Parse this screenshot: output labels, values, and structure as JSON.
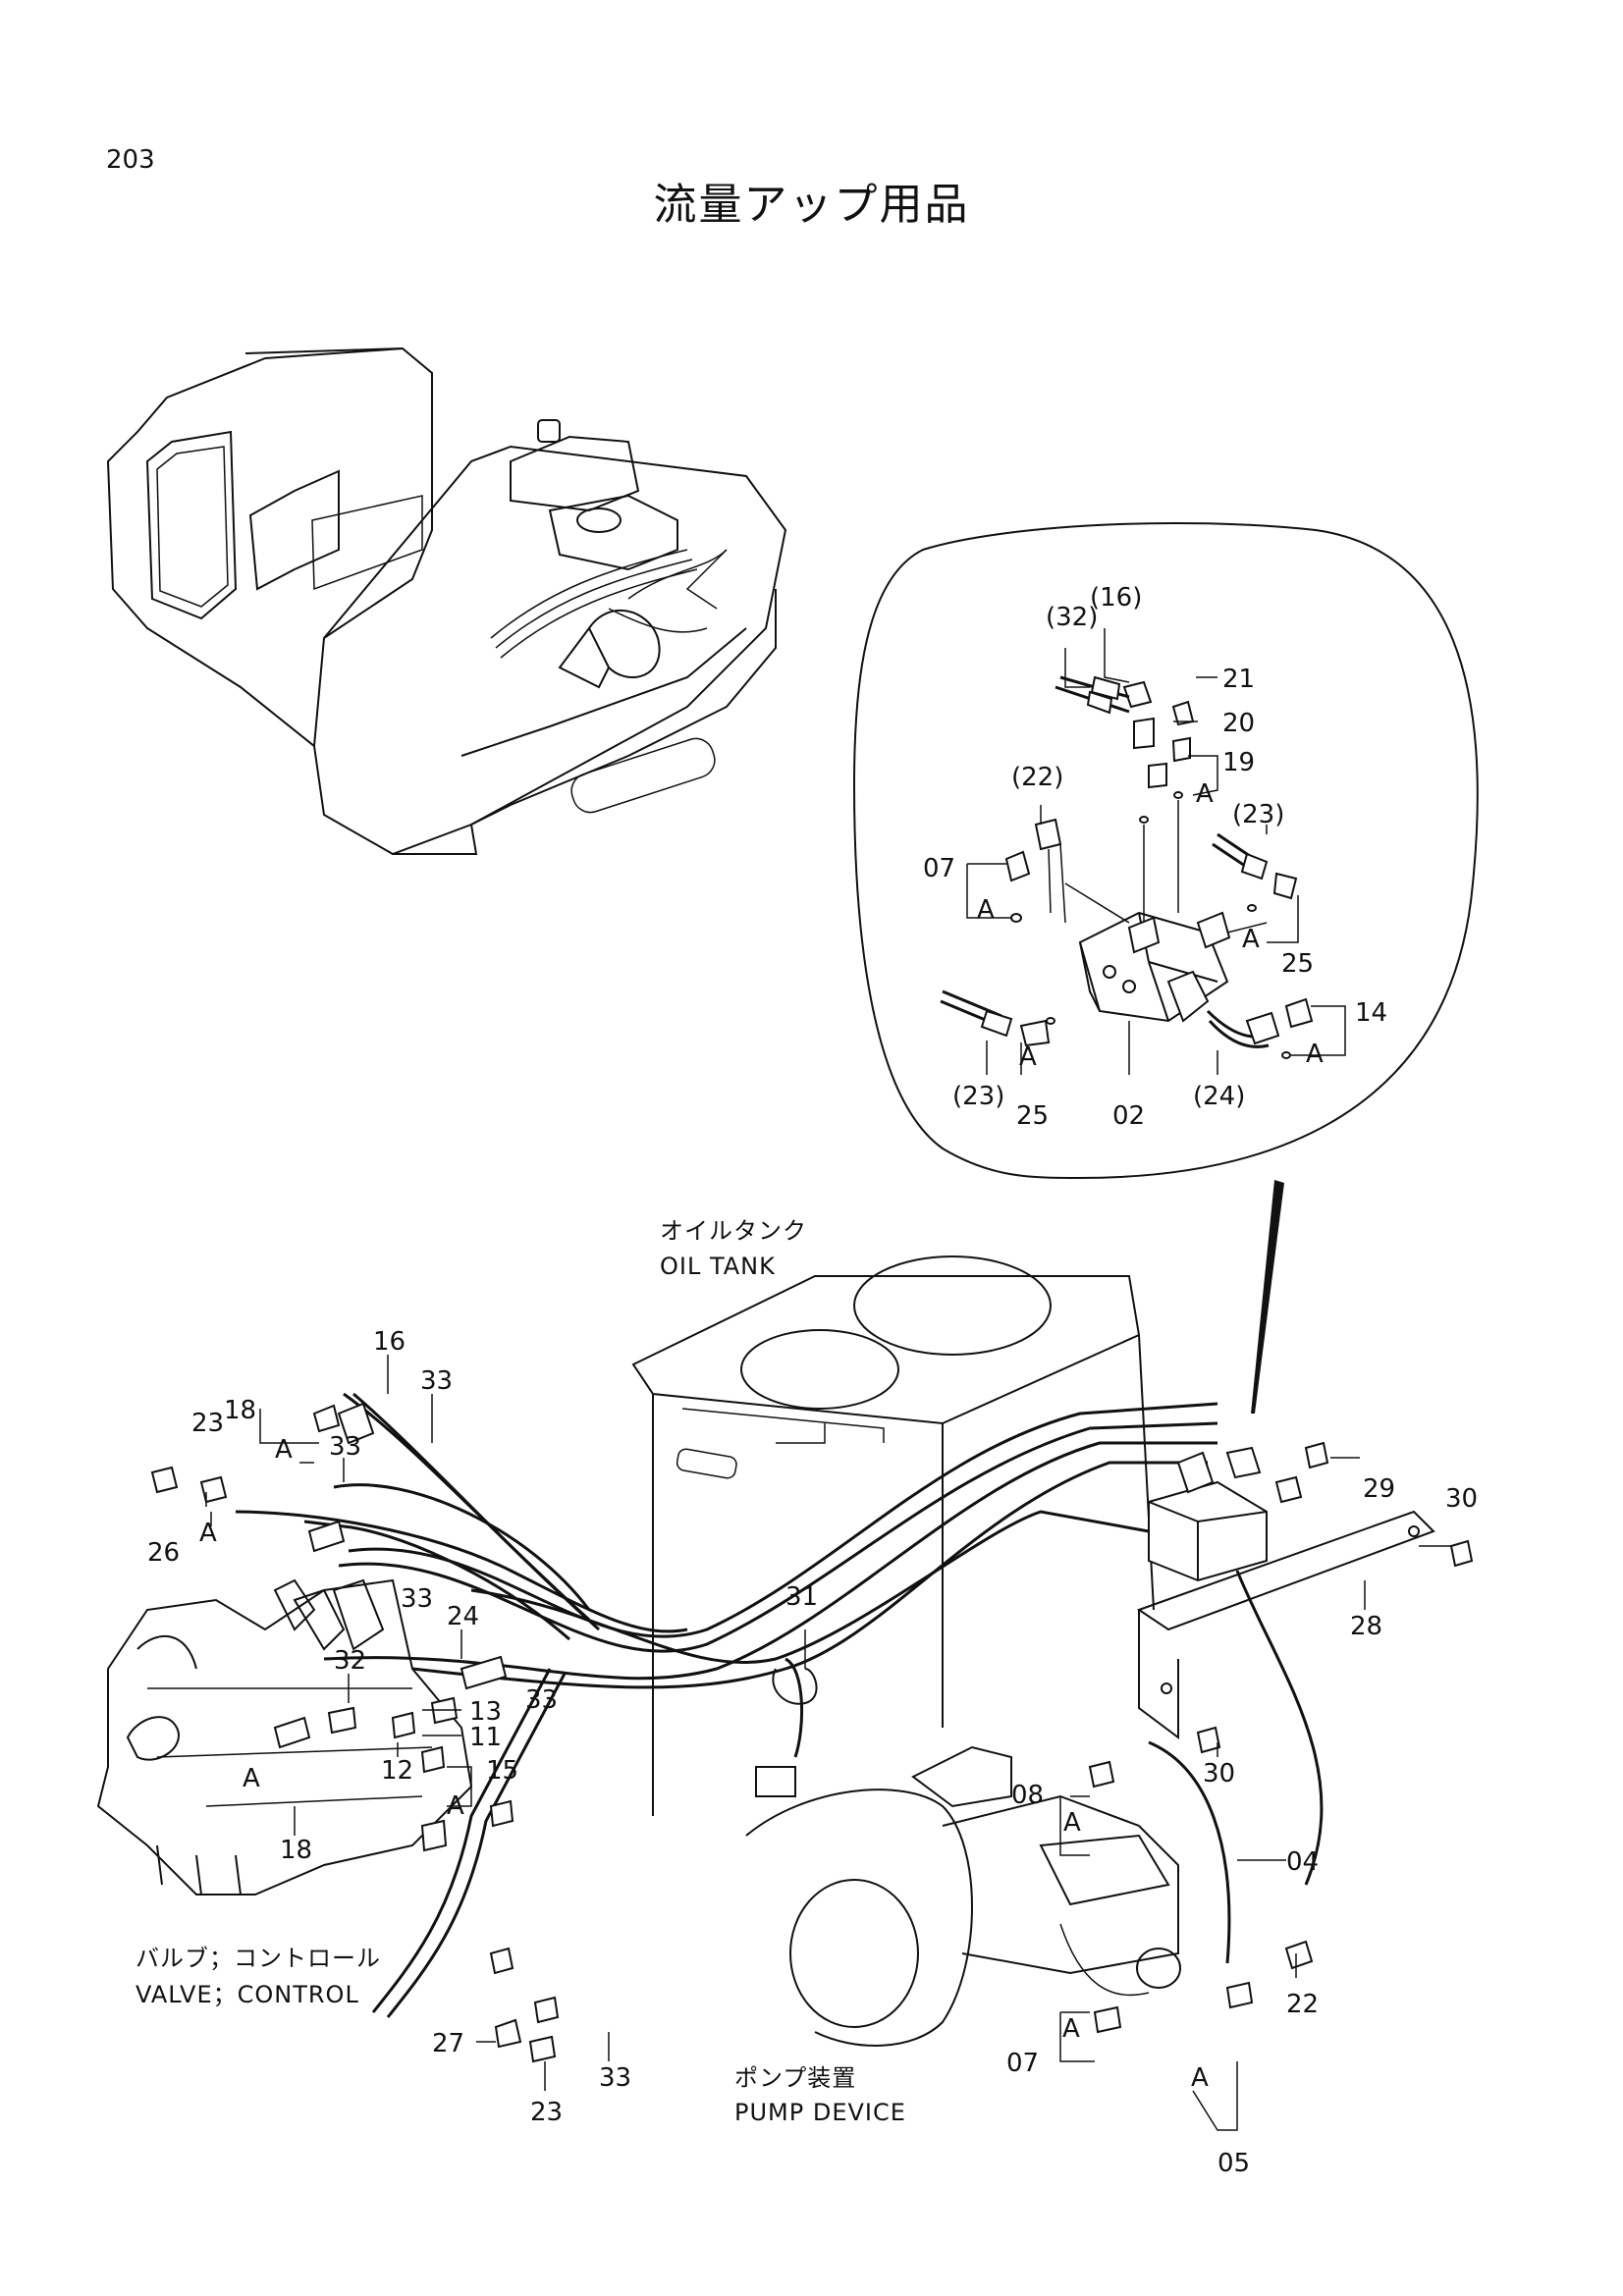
{
  "page": {
    "number": "203",
    "title": "流量アップ用品"
  },
  "components": {
    "oil_tank_jp": "オイルタンク",
    "oil_tank_en": "OIL TANK",
    "valve_jp": "バルブ；コントロール",
    "valve_en": "VALVE；CONTROL",
    "pump_jp": "ポンプ装置",
    "pump_en": "PUMP DEVICE"
  },
  "detail_labels": [
    "(32)",
    "(16)",
    "21",
    "20",
    "19",
    "A",
    "(22)",
    "(23)",
    "07",
    "A",
    "A",
    "25",
    "14",
    "A",
    "A",
    "(23)",
    "25",
    "02",
    "(24)"
  ],
  "main_labels": [
    "16",
    "33",
    "18",
    "A",
    "23",
    "33",
    "26",
    "A",
    "24",
    "33",
    "32",
    "13",
    "11",
    "12",
    "33",
    "A",
    "18",
    "15",
    "A",
    "31",
    "29",
    "30",
    "28",
    "30",
    "08",
    "A",
    "04",
    "22",
    "07",
    "A",
    "A",
    "05",
    "27",
    "23",
    "33"
  ]
}
